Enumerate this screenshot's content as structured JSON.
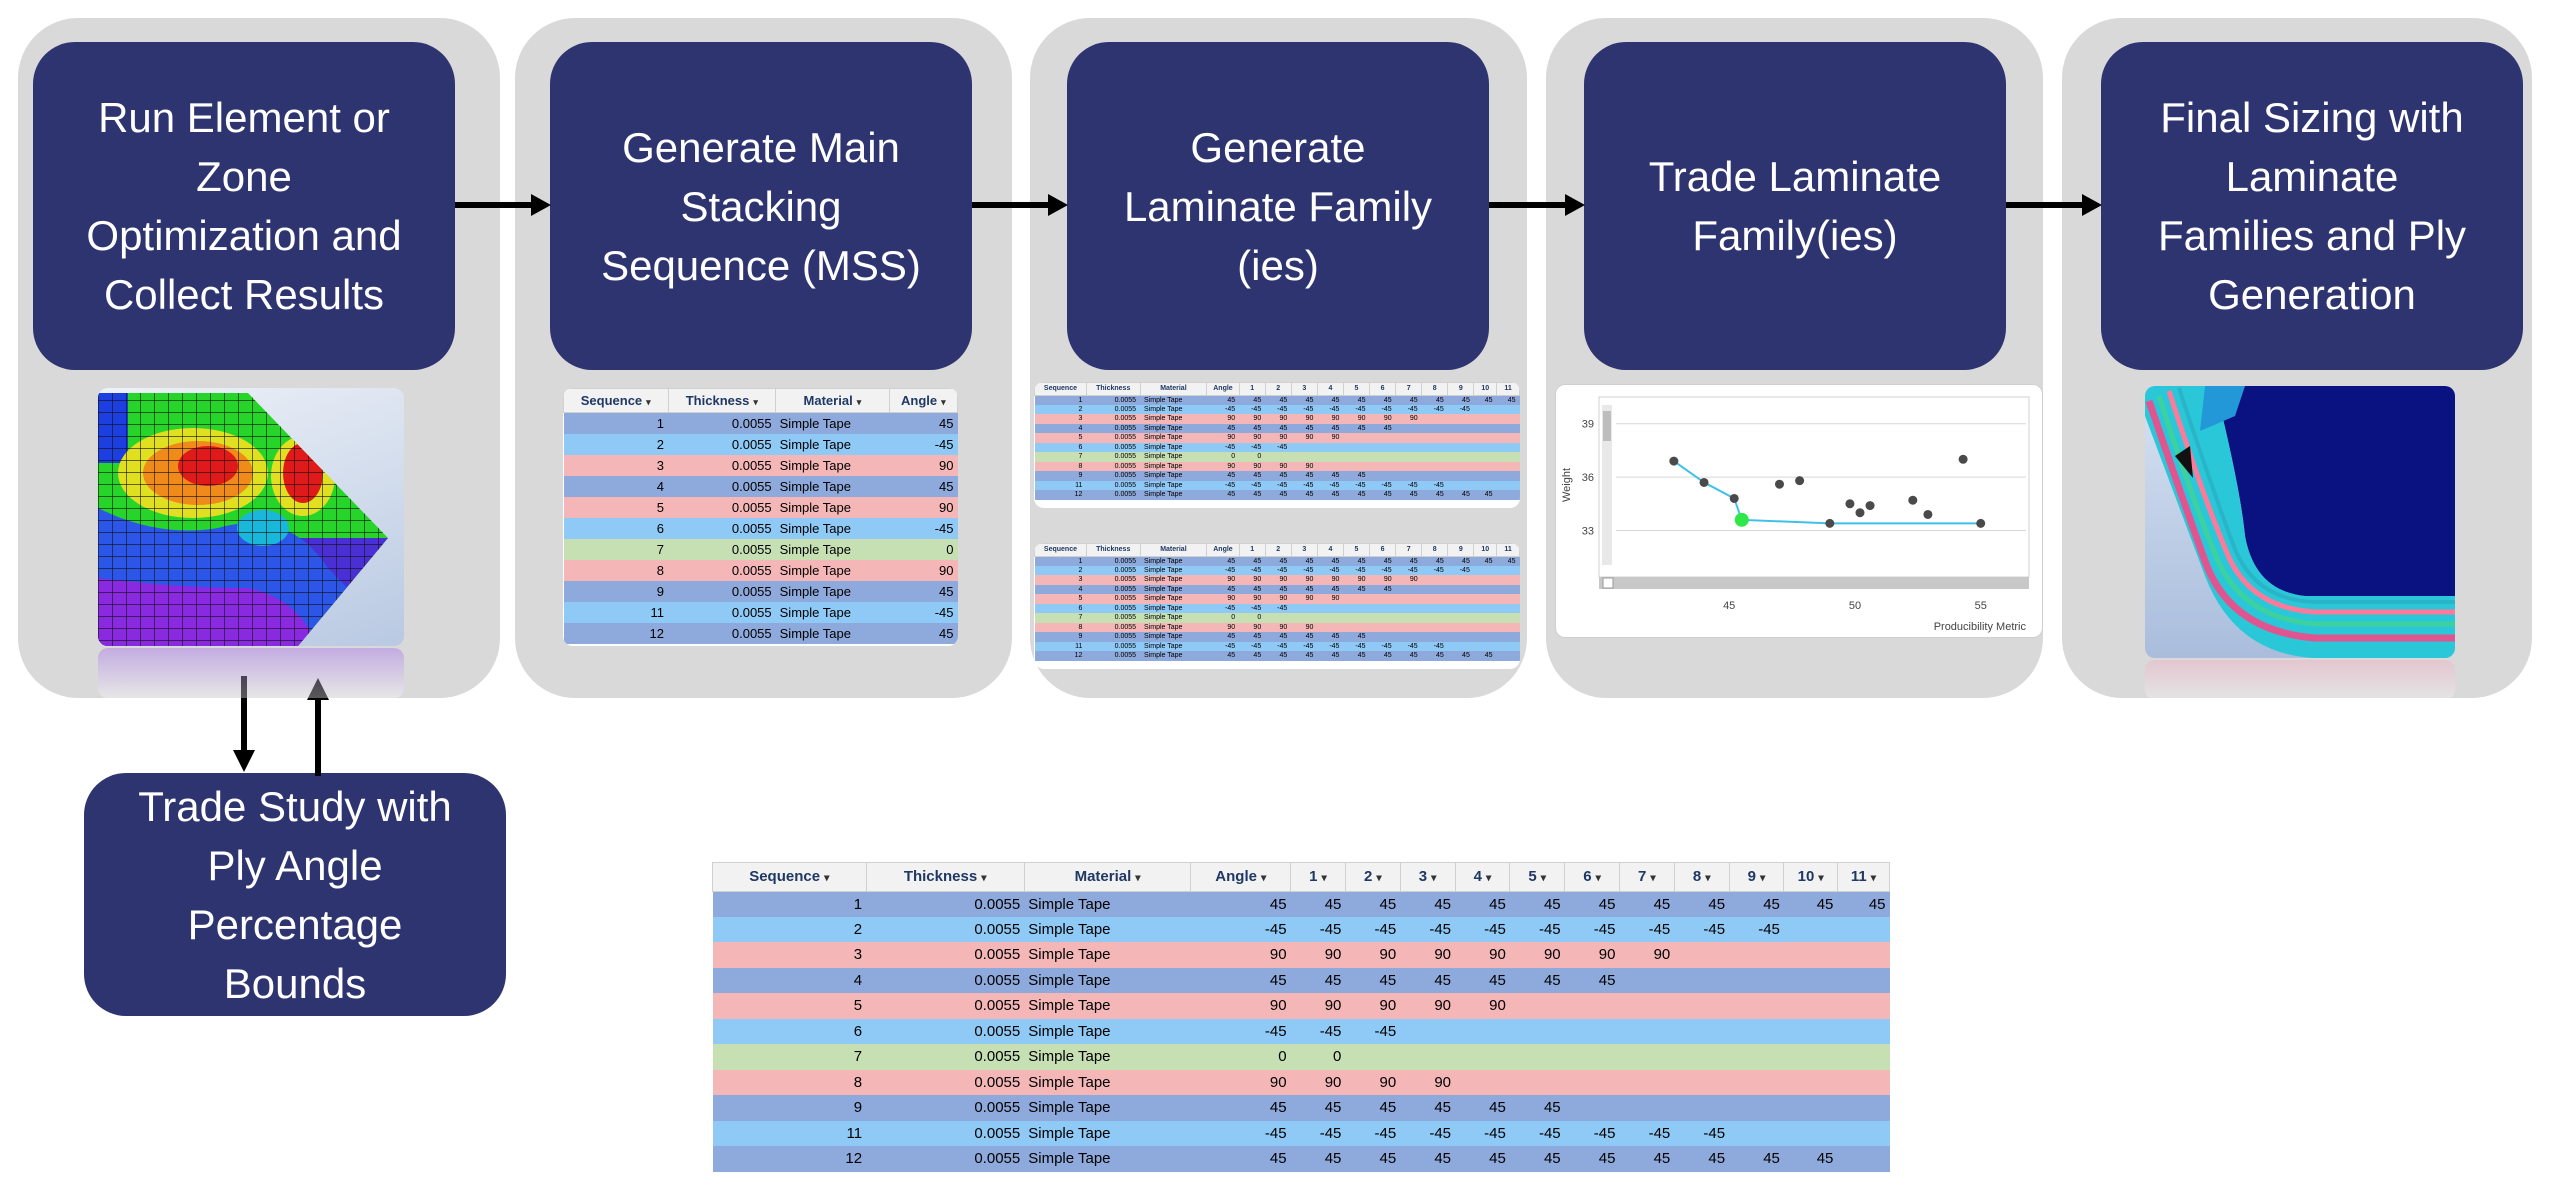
{
  "steps": [
    {
      "id": "run",
      "lines": [
        "Run Element or",
        "Zone",
        "Optimization and",
        "Collect Results"
      ]
    },
    {
      "id": "mss",
      "lines": [
        "Generate Main",
        "Stacking",
        "Sequence (MSS)"
      ]
    },
    {
      "id": "family",
      "lines": [
        "Generate",
        "Laminate Family",
        "(ies)"
      ]
    },
    {
      "id": "trade",
      "lines": [
        "Trade Laminate",
        "Family(ies)"
      ]
    },
    {
      "id": "final",
      "lines": [
        "Final Sizing with",
        "Laminate",
        "Families and Ply",
        "Generation"
      ]
    }
  ],
  "trade_study": {
    "lines": [
      "Trade Study with",
      "Ply Angle",
      "Percentage",
      "Bounds"
    ]
  },
  "mss_table": {
    "headers": [
      "Sequence",
      "Thickness",
      "Material",
      "Angle"
    ],
    "rows": [
      [
        "1",
        "0.0055",
        "Simple Tape",
        "45"
      ],
      [
        "2",
        "0.0055",
        "Simple Tape",
        "-45"
      ],
      [
        "3",
        "0.0055",
        "Simple Tape",
        "90"
      ],
      [
        "4",
        "0.0055",
        "Simple Tape",
        "45"
      ],
      [
        "5",
        "0.0055",
        "Simple Tape",
        "90"
      ],
      [
        "6",
        "0.0055",
        "Simple Tape",
        "-45"
      ],
      [
        "7",
        "0.0055",
        "Simple Tape",
        "0"
      ],
      [
        "8",
        "0.0055",
        "Simple Tape",
        "90"
      ],
      [
        "9",
        "0.0055",
        "Simple Tape",
        "45"
      ],
      [
        "11",
        "0.0055",
        "Simple Tape",
        "-45"
      ],
      [
        "12",
        "0.0055",
        "Simple Tape",
        "45"
      ]
    ]
  },
  "family_table": {
    "headers": [
      "Sequence",
      "Thickness",
      "Material",
      "Angle",
      "1",
      "2",
      "3",
      "4",
      "5",
      "6",
      "7",
      "8",
      "9",
      "10",
      "11"
    ],
    "rows": [
      [
        "1",
        "0.0055",
        "Simple Tape",
        "45",
        "45",
        "45",
        "45",
        "45",
        "45",
        "45",
        "45",
        "45",
        "45",
        "45",
        "45"
      ],
      [
        "2",
        "0.0055",
        "Simple Tape",
        "-45",
        "-45",
        "-45",
        "-45",
        "-45",
        "-45",
        "-45",
        "-45",
        "-45",
        "-45",
        "",
        ""
      ],
      [
        "3",
        "0.0055",
        "Simple Tape",
        "90",
        "90",
        "90",
        "90",
        "90",
        "90",
        "90",
        "90",
        "",
        "",
        "",
        ""
      ],
      [
        "4",
        "0.0055",
        "Simple Tape",
        "45",
        "45",
        "45",
        "45",
        "45",
        "45",
        "45",
        "",
        "",
        "",
        "",
        ""
      ],
      [
        "5",
        "0.0055",
        "Simple Tape",
        "90",
        "90",
        "90",
        "90",
        "90",
        "",
        "",
        "",
        "",
        "",
        "",
        ""
      ],
      [
        "6",
        "0.0055",
        "Simple Tape",
        "-45",
        "-45",
        "-45",
        "",
        "",
        "",
        "",
        "",
        "",
        "",
        "",
        ""
      ],
      [
        "7",
        "0.0055",
        "Simple Tape",
        "0",
        "0",
        "",
        "",
        "",
        "",
        "",
        "",
        "",
        "",
        "",
        ""
      ],
      [
        "8",
        "0.0055",
        "Simple Tape",
        "90",
        "90",
        "90",
        "90",
        "",
        "",
        "",
        "",
        "",
        "",
        "",
        ""
      ],
      [
        "9",
        "0.0055",
        "Simple Tape",
        "45",
        "45",
        "45",
        "45",
        "45",
        "45",
        "",
        "",
        "",
        "",
        "",
        ""
      ],
      [
        "11",
        "0.0055",
        "Simple Tape",
        "-45",
        "-45",
        "-45",
        "-45",
        "-45",
        "-45",
        "-45",
        "-45",
        "-45",
        "",
        "",
        ""
      ],
      [
        "12",
        "0.0055",
        "Simple Tape",
        "45",
        "45",
        "45",
        "45",
        "45",
        "45",
        "45",
        "45",
        "45",
        "45",
        "45",
        ""
      ]
    ]
  },
  "row_colors": [
    "a",
    "b",
    "c",
    "a",
    "c",
    "b",
    "d",
    "c",
    "a",
    "b",
    "a"
  ],
  "trade_chart": {
    "ylabel": "Weight",
    "xlabel": "Producibility Metric",
    "yticks": [
      "39",
      "36",
      "33"
    ],
    "xticks": [
      "45",
      "50",
      "55"
    ],
    "line_points": [
      [
        42.8,
        36.9
      ],
      [
        44.0,
        35.7
      ],
      [
        45.2,
        34.8
      ],
      [
        45.5,
        33.6
      ],
      [
        49.0,
        33.4
      ],
      [
        55.0,
        33.4
      ]
    ],
    "highlight_point": [
      45.5,
      33.6
    ],
    "scatter_points": [
      [
        47.0,
        35.6
      ],
      [
        47.8,
        35.8
      ],
      [
        49.8,
        34.5
      ],
      [
        50.2,
        34.0
      ],
      [
        50.6,
        34.4
      ],
      [
        52.3,
        34.7
      ],
      [
        52.9,
        33.9
      ],
      [
        54.3,
        37.0
      ]
    ],
    "xlim": [
      40.5,
      56.8
    ],
    "ylim": [
      30.5,
      40.5
    ]
  }
}
